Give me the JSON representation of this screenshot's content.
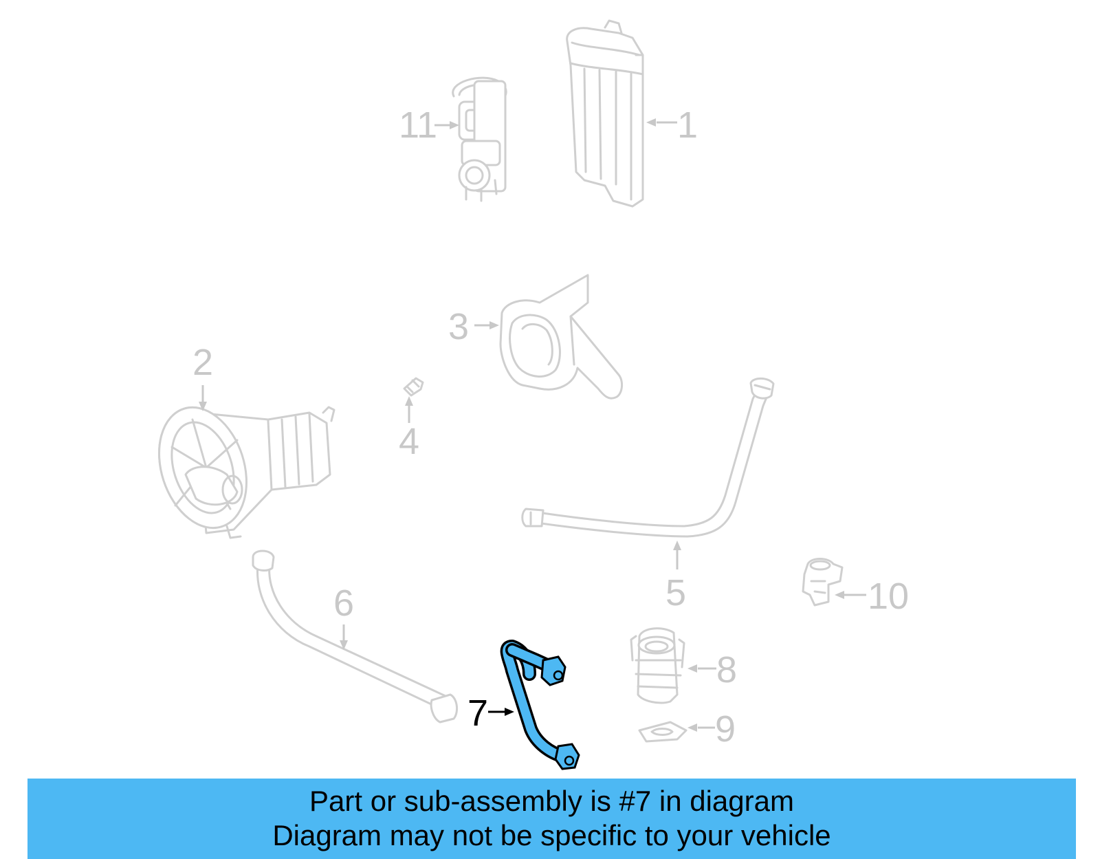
{
  "diagram": {
    "callouts": [
      {
        "id": "1",
        "label": "1"
      },
      {
        "id": "2",
        "label": "2"
      },
      {
        "id": "3",
        "label": "3"
      },
      {
        "id": "4",
        "label": "4"
      },
      {
        "id": "5",
        "label": "5"
      },
      {
        "id": "6",
        "label": "6"
      },
      {
        "id": "7",
        "label": "7",
        "highlighted": true
      },
      {
        "id": "8",
        "label": "8"
      },
      {
        "id": "9",
        "label": "9"
      },
      {
        "id": "10",
        "label": "10"
      },
      {
        "id": "11",
        "label": "11"
      }
    ],
    "highlight_color": "#4db8f3",
    "ghost_color": "#c8c8c8"
  },
  "banner": {
    "line1": "Part or sub-assembly is #7 in diagram",
    "line2": "Diagram may not be specific to your vehicle",
    "background": "#4db8f3"
  }
}
